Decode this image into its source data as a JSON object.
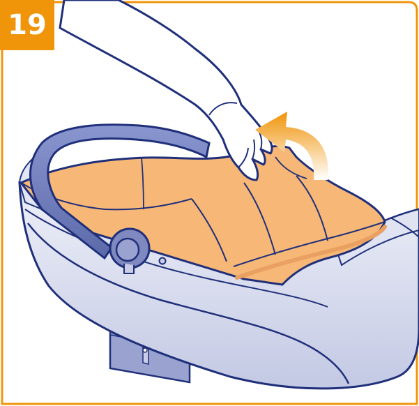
{
  "step": {
    "number": "19"
  },
  "colors": {
    "frame": "#f0940a",
    "outline": "#1f2f7a",
    "shell_light": "#e8ebf5",
    "shell_mid": "#c9cee6",
    "shell_dark": "#9aa3cf",
    "handle": "#6f7dbf",
    "fabric": "#f7b877",
    "fabric_shadow": "#e9a060",
    "skin": "#ffffff",
    "arrow": "#f0940a"
  },
  "icons": [
    "curved-arrow-up-icon",
    "hand-illustration",
    "carrycot-illustration"
  ]
}
